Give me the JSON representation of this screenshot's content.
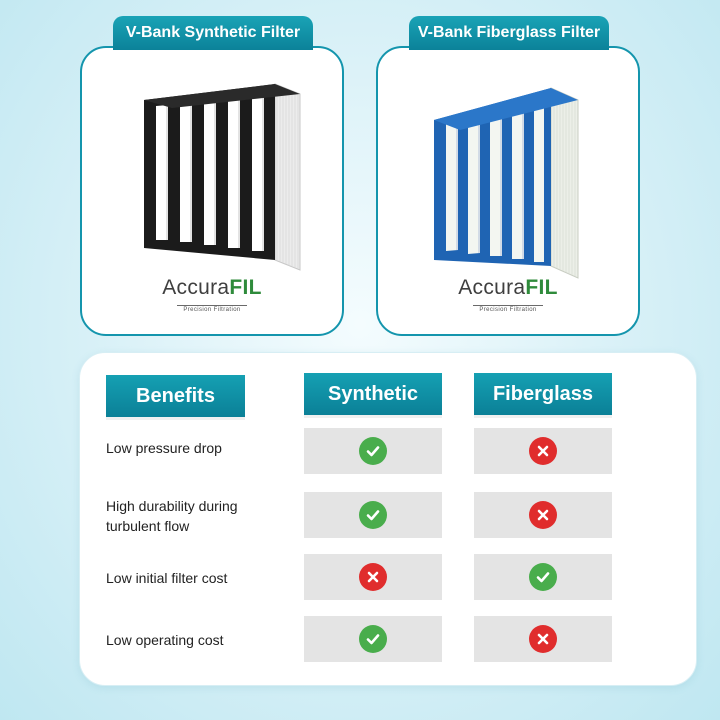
{
  "products": [
    {
      "title": "V-Bank Synthetic Filter",
      "frame_color": "#1b1b1b",
      "brand": {
        "name_prefix": "Accura",
        "name_suffix": "FIL",
        "tagline": "Precision Filtration"
      }
    },
    {
      "title": "V-Bank Fiberglass Filter",
      "frame_color": "#1f64b3",
      "brand": {
        "name_prefix": "Accura",
        "name_suffix": "FIL",
        "tagline": "Precision Filtration"
      }
    }
  ],
  "comparison": {
    "headers": {
      "benefits": "Benefits",
      "synthetic": "Synthetic",
      "fiberglass": "Fiberglass"
    },
    "rows": [
      {
        "label": "Low pressure drop",
        "synthetic": "check",
        "fiberglass": "cross"
      },
      {
        "label": "High durability during turbulent flow",
        "synthetic": "check",
        "fiberglass": "cross"
      },
      {
        "label": "Low initial filter cost",
        "synthetic": "cross",
        "fiberglass": "check"
      },
      {
        "label": "Low operating cost",
        "synthetic": "check",
        "fiberglass": "cross"
      }
    ]
  },
  "colors": {
    "accent": "#0f92a8",
    "check": "#49ad4c",
    "cross": "#e02d2d",
    "cell_bg": "#e4e4e4"
  }
}
